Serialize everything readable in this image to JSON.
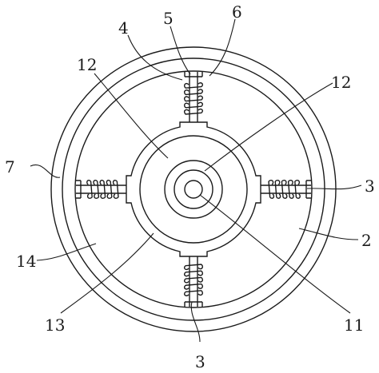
{
  "labels": {
    "part_2": "2",
    "part_3_right": "3",
    "part_3_bottom": "3",
    "part_4": "4",
    "part_5": "5",
    "part_6": "6",
    "part_7": "7",
    "part_11": "11",
    "part_12_left": "12",
    "part_12_right": "12",
    "part_13": "13",
    "part_14": "14"
  }
}
